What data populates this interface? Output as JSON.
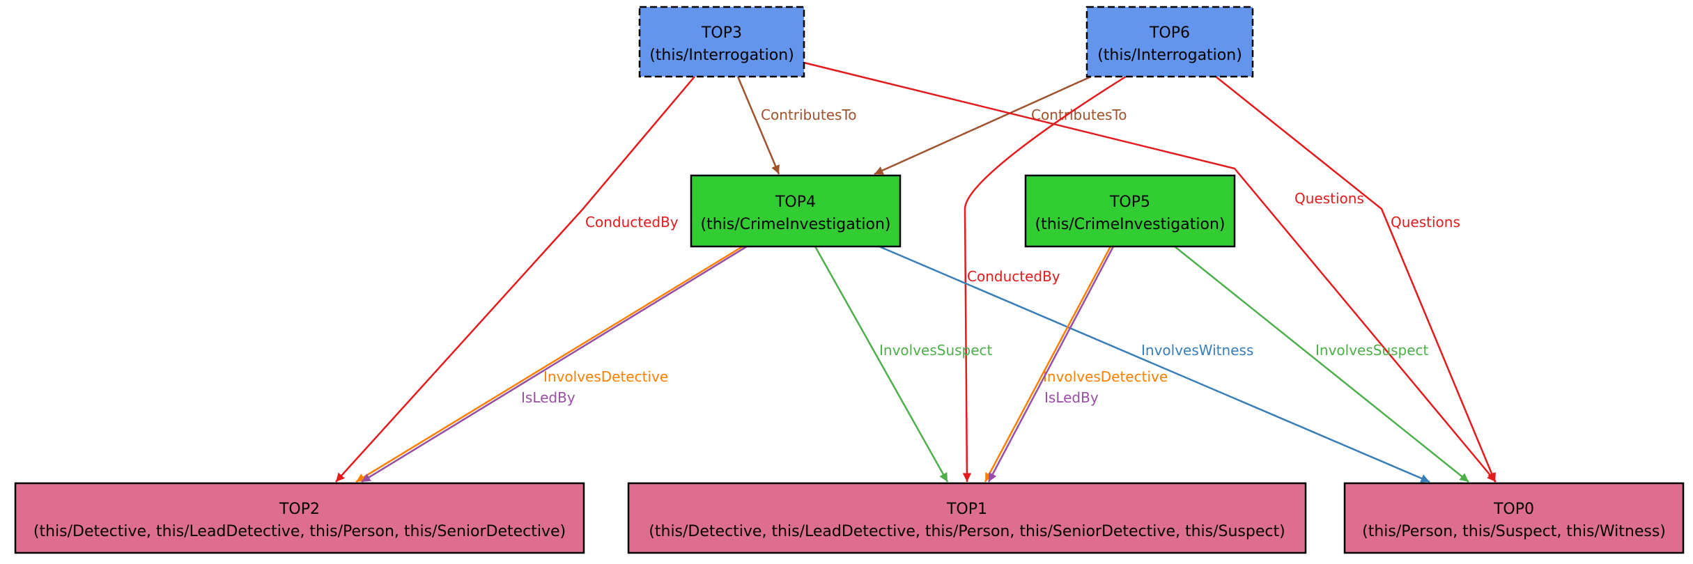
{
  "colors": {
    "interrogation": "#6495ED",
    "crime_investigation": "#32CD32",
    "person": "#DE6E8F",
    "ContributesTo": "#A0522D",
    "ConductedBy": "#E41A1C",
    "Questions": "#E41A1C",
    "InvolvesSuspect": "#4DAF4A",
    "InvolvesWitness": "#377EB8",
    "InvolvesDetective": "#FF7F00",
    "IsLedBy": "#984EA3"
  },
  "nodes": [
    {
      "id": "TOP3",
      "name": "TOP3",
      "types": "(this/Interrogation)",
      "color_key": "interrogation",
      "dashed": true
    },
    {
      "id": "TOP6",
      "name": "TOP6",
      "types": "(this/Interrogation)",
      "color_key": "interrogation",
      "dashed": true
    },
    {
      "id": "TOP4",
      "name": "TOP4",
      "types": "(this/CrimeInvestigation)",
      "color_key": "crime_investigation",
      "dashed": false
    },
    {
      "id": "TOP5",
      "name": "TOP5",
      "types": "(this/CrimeInvestigation)",
      "color_key": "crime_investigation",
      "dashed": false
    },
    {
      "id": "TOP2",
      "name": "TOP2",
      "types": "(this/Detective, this/LeadDetective, this/Person, this/SeniorDetective)",
      "color_key": "person",
      "dashed": false
    },
    {
      "id": "TOP1",
      "name": "TOP1",
      "types": "(this/Detective, this/LeadDetective, this/Person, this/SeniorDetective, this/Suspect)",
      "color_key": "person",
      "dashed": false
    },
    {
      "id": "TOP0",
      "name": "TOP0",
      "types": "(this/Person, this/Suspect, this/Witness)",
      "color_key": "person",
      "dashed": false
    }
  ],
  "edges": [
    {
      "id": "e1",
      "from": "TOP3",
      "to": "TOP4",
      "label": "ContributesTo"
    },
    {
      "id": "e2",
      "from": "TOP6",
      "to": "TOP4",
      "label": "ContributesTo"
    },
    {
      "id": "e3",
      "from": "TOP3",
      "to": "TOP2",
      "label": "ConductedBy"
    },
    {
      "id": "e4",
      "from": "TOP6",
      "to": "TOP1",
      "label": "ConductedBy"
    },
    {
      "id": "e5",
      "from": "TOP3",
      "to": "TOP0",
      "label": "Questions"
    },
    {
      "id": "e6",
      "from": "TOP6",
      "to": "TOP0",
      "label": "Questions"
    },
    {
      "id": "e7",
      "from": "TOP4",
      "to": "TOP2",
      "label": "InvolvesDetective"
    },
    {
      "id": "e8",
      "from": "TOP4",
      "to": "TOP2",
      "label": "IsLedBy"
    },
    {
      "id": "e9",
      "from": "TOP4",
      "to": "TOP1",
      "label": "InvolvesSuspect"
    },
    {
      "id": "e10",
      "from": "TOP4",
      "to": "TOP0",
      "label": "InvolvesWitness"
    },
    {
      "id": "e11",
      "from": "TOP5",
      "to": "TOP1",
      "label": "InvolvesDetective"
    },
    {
      "id": "e12",
      "from": "TOP5",
      "to": "TOP1",
      "label": "IsLedBy"
    },
    {
      "id": "e13",
      "from": "TOP5",
      "to": "TOP0",
      "label": "InvolvesSuspect"
    }
  ]
}
